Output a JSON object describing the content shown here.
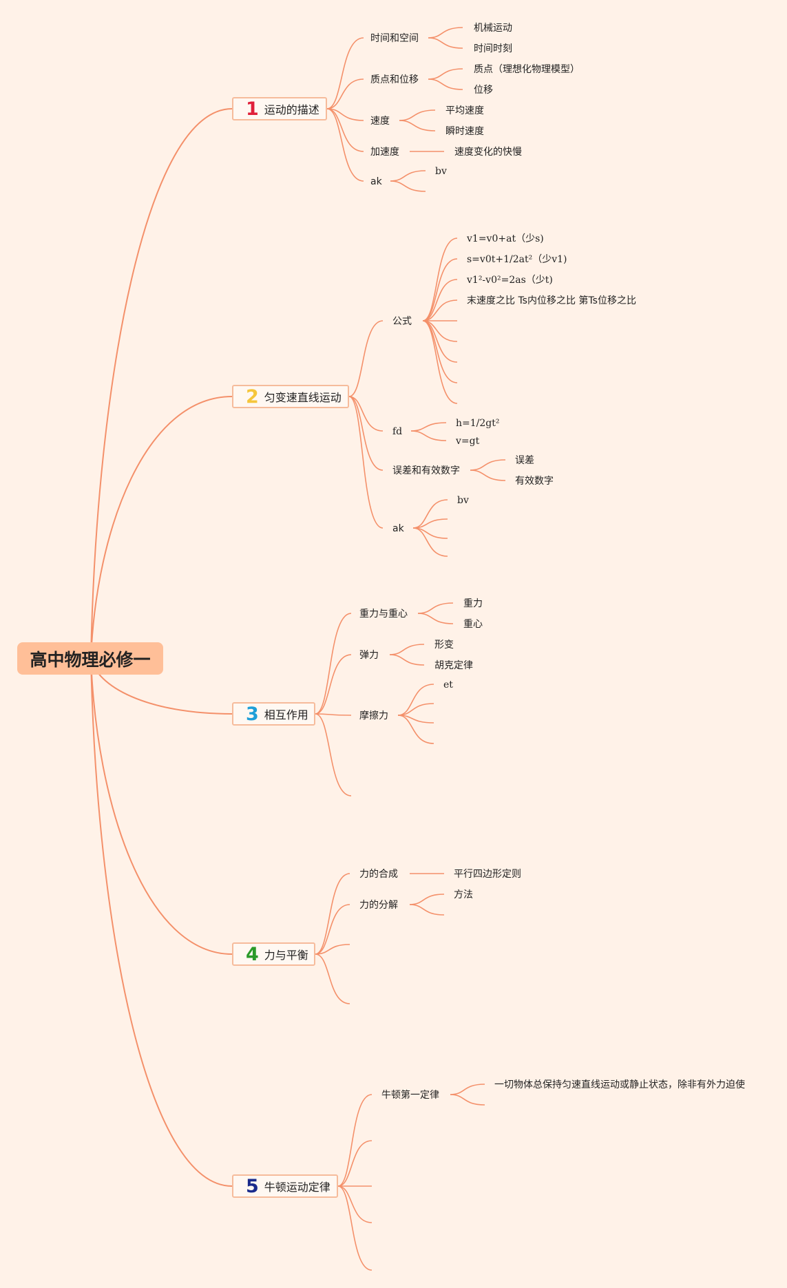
{
  "root": {
    "title": "高中物理必修一"
  },
  "topics": [
    {
      "num": "1",
      "num_color": "#e0203a",
      "label": "运动的描述",
      "subs": [
        {
          "label": "时间和空间",
          "leaves": [
            "机械运动",
            "时间时刻"
          ]
        },
        {
          "label": "质点和位移",
          "leaves": [
            "质点（理想化物理模型）",
            "位移"
          ]
        },
        {
          "label": "速度",
          "leaves": [
            "平均速度",
            "瞬时速度"
          ]
        },
        {
          "label": "加速度",
          "leaves": [
            "速度变化的快慢"
          ]
        },
        {
          "label": "ak",
          "leaves": [
            "bv",
            ""
          ]
        }
      ]
    },
    {
      "num": "2",
      "num_color": "#f5c63c",
      "label": "匀变速直线运动",
      "subs": [
        {
          "label": "公式",
          "leaves": [
            "v1=v0+at（少s)",
            "s=v0t+1/2at²（少v1)",
            "v1²-v0²=2as（少t)",
            "末速度之比 Ts内位移之比 第Ts位移之比",
            "",
            "",
            "",
            "",
            ""
          ]
        },
        {
          "label": "fd",
          "leaves": [
            "h=1/2gt²",
            "v=gt"
          ]
        },
        {
          "label": "误差和有效数字",
          "leaves": [
            "误差",
            "有效数字"
          ]
        },
        {
          "label": "ak",
          "leaves": [
            "bv",
            "",
            ""
          ]
        }
      ]
    },
    {
      "num": "3",
      "num_color": "#1e9fd8",
      "label": "相互作用",
      "subs": [
        {
          "label": "重力与重心",
          "leaves": [
            "重力",
            "重心"
          ]
        },
        {
          "label": "弹力",
          "leaves": [
            "形变",
            "胡克定律"
          ]
        },
        {
          "label": "摩擦力",
          "leaves": [
            "et",
            "",
            "",
            ""
          ]
        },
        {
          "label": "",
          "leaves": []
        }
      ]
    },
    {
      "num": "4",
      "num_color": "#2a9a2a",
      "label": "力与平衡",
      "subs": [
        {
          "label": "力的合成",
          "leaves": [
            "平行四边形定则"
          ]
        },
        {
          "label": "力的分解",
          "leaves": [
            "方法",
            ""
          ]
        },
        {
          "label": "",
          "leaves": []
        },
        {
          "label": "",
          "leaves": []
        }
      ]
    },
    {
      "num": "5",
      "num_color": "#1a2b8c",
      "label": "牛顿运动定律",
      "subs": [
        {
          "label": "牛顿第一定律",
          "leaves": [
            "一切物体总保持匀速直线运动或静止状态，除非有外力迫使",
            ""
          ]
        },
        {
          "label": "",
          "leaves": []
        },
        {
          "label": "",
          "leaves": []
        },
        {
          "label": "",
          "leaves": []
        },
        {
          "label": "",
          "leaves": []
        }
      ]
    }
  ]
}
